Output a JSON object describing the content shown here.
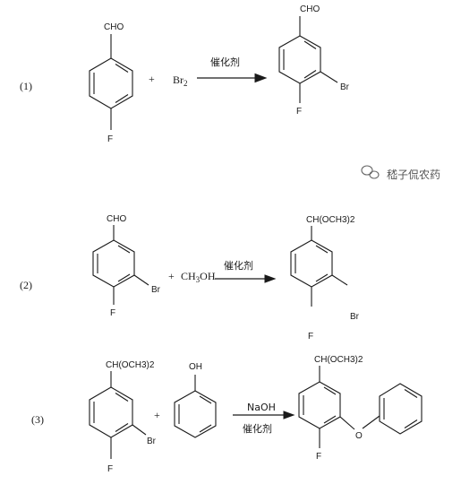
{
  "reactions": [
    {
      "label": "(1)",
      "reactant": {
        "top": "CHO",
        "bottom": "F"
      },
      "plus": "+",
      "reagent": {
        "base": "Br",
        "sub": "2"
      },
      "condition": "催化剂",
      "product": {
        "top": "CHO",
        "side": "Br",
        "bottom": "F"
      }
    },
    {
      "label": "(2)",
      "reactant": {
        "top": "CHO",
        "side": "Br",
        "bottom": "F"
      },
      "plus": "+",
      "reagent": {
        "pre": "CH",
        "sub": "3",
        "post": "OH"
      },
      "condition": "催化剂",
      "product": {
        "top": "CH(OCH3)2",
        "side": "Br",
        "bottom": "F"
      }
    },
    {
      "label": "(3)",
      "reactant": {
        "top": "CH(OCH3)2",
        "side": "Br",
        "bottom": "F"
      },
      "plus": "+",
      "phenol": {
        "top": "OH"
      },
      "condition_top": "NaOH",
      "condition_bottom": "催化剂",
      "product": {
        "top": "CH(OCH3)2",
        "side": "O",
        "bottom": "F"
      }
    }
  ],
  "watermark": {
    "icon": "wechat-icon",
    "text": "嵇子侃农药"
  }
}
